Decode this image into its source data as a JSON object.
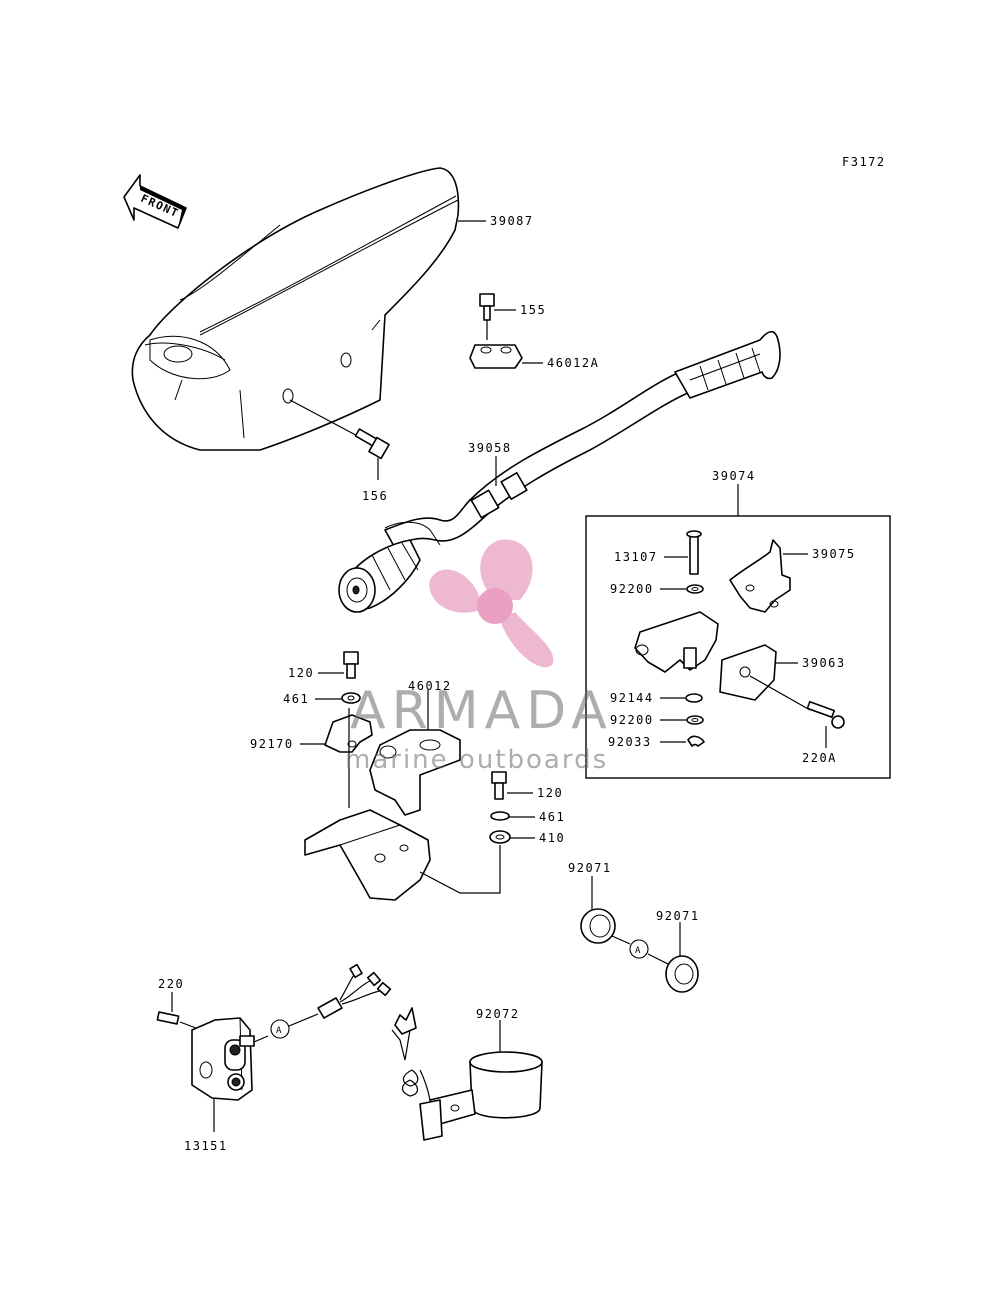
{
  "figure_code": "F3172",
  "front_arrow": {
    "label": "FRONT"
  },
  "callouts": [
    {
      "id": "39087"
    },
    {
      "id": "155"
    },
    {
      "id": "46012A"
    },
    {
      "id": "156"
    },
    {
      "id": "39058"
    },
    {
      "id": "39074"
    },
    {
      "id": "13107"
    },
    {
      "id": "39075"
    },
    {
      "id": "92200"
    },
    {
      "id": "39063"
    },
    {
      "id": "92144"
    },
    {
      "id": "92200"
    },
    {
      "id": "92033"
    },
    {
      "id": "220A"
    },
    {
      "id": "120"
    },
    {
      "id": "461"
    },
    {
      "id": "46012"
    },
    {
      "id": "92170"
    },
    {
      "id": "120"
    },
    {
      "id": "461"
    },
    {
      "id": "410"
    },
    {
      "id": "92071"
    },
    {
      "id": "92071"
    },
    {
      "id": "220"
    },
    {
      "id": "92072"
    },
    {
      "id": "13151"
    }
  ],
  "connector_markers": [
    "A",
    "A"
  ],
  "watermark": {
    "brand": "ARMADA",
    "tagline": "marine outboards",
    "logo_color": "#e8a6c4",
    "logo_hub_color": "#e9a0c2"
  }
}
